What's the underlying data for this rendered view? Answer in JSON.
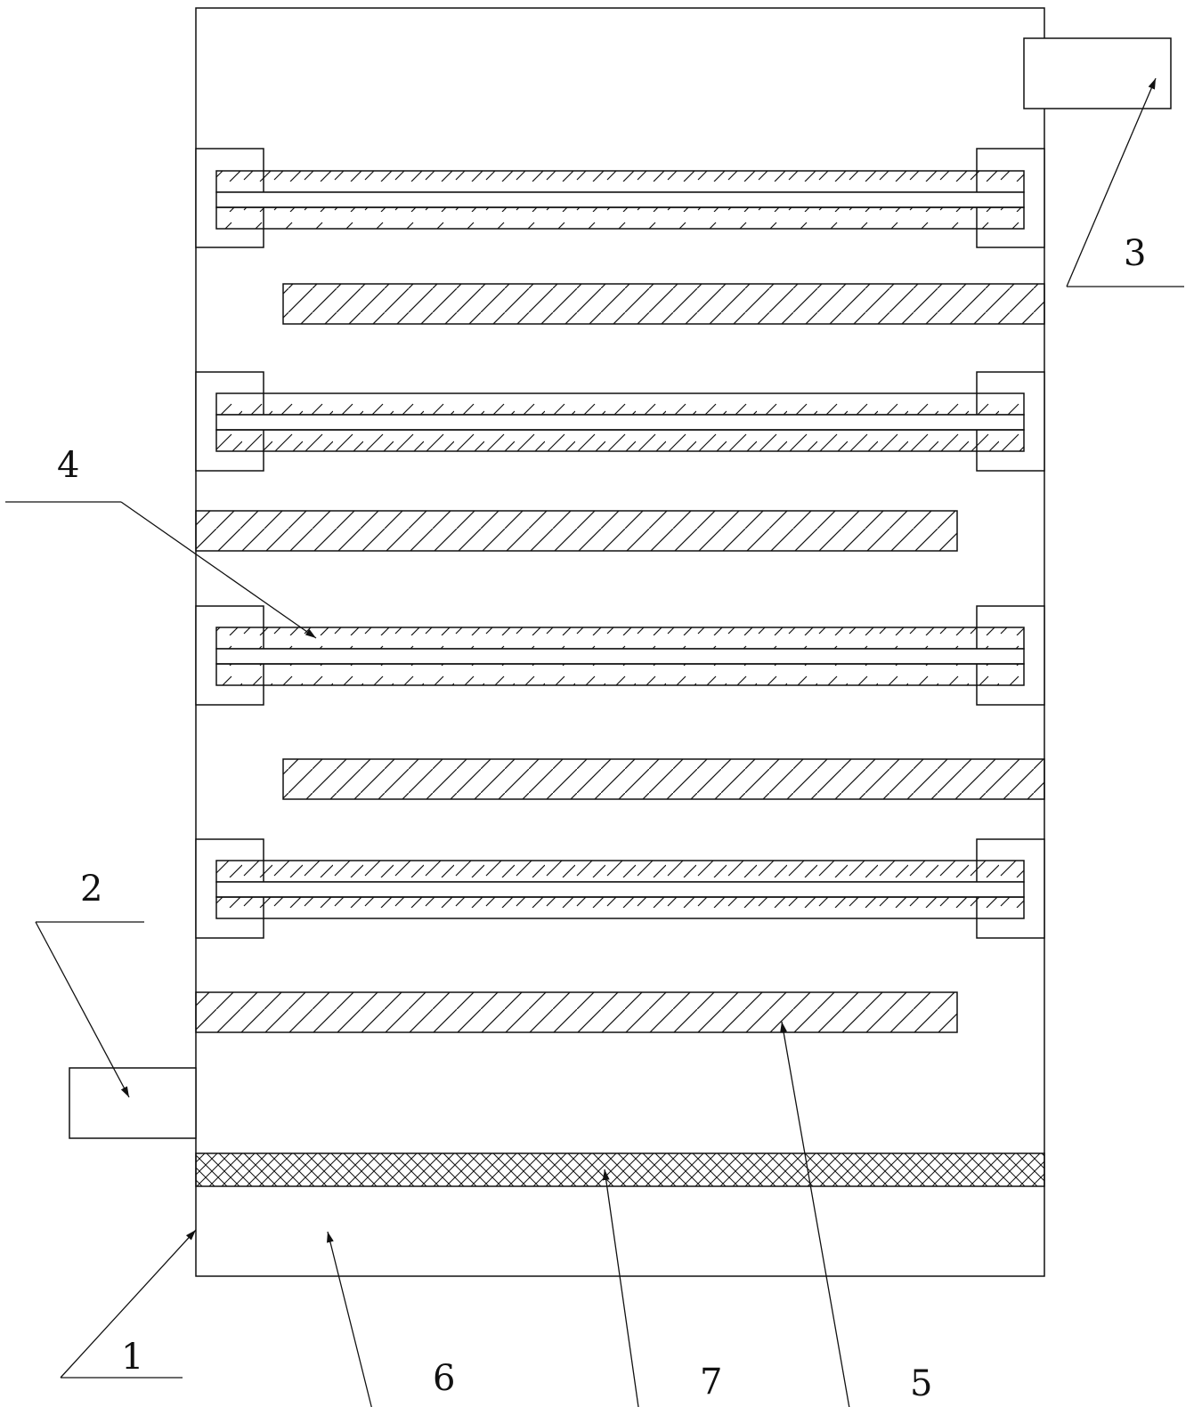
{
  "labels": {
    "housing": "1",
    "inlet_port": "2",
    "outlet_port": "3",
    "heating_tray": "4",
    "baffle_plate": "5",
    "bottom_chamber": "6",
    "mesh_layer": "7"
  },
  "colors": {
    "line": "#111111",
    "background": "#ffffff"
  }
}
